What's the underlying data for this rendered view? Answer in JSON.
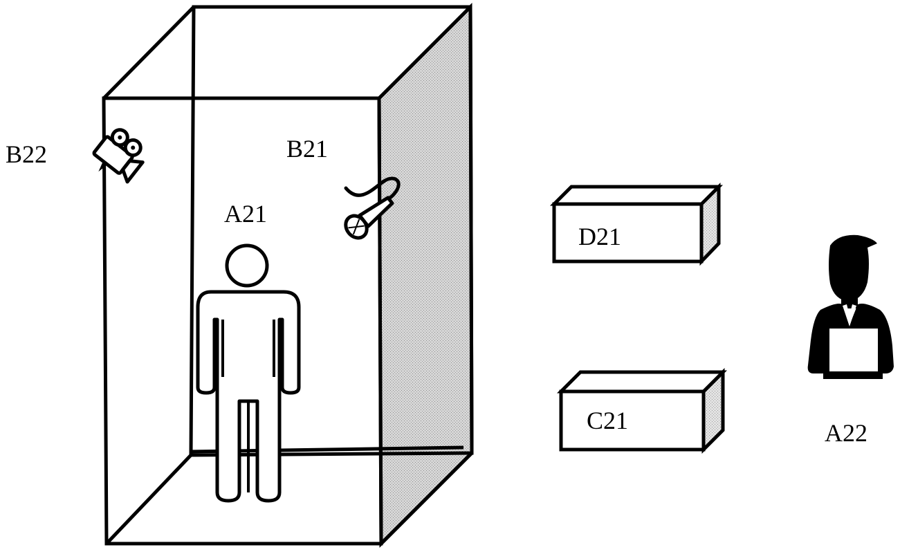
{
  "labels": {
    "a21": "A21",
    "a22": "A22",
    "b21": "B21",
    "b22": "B22",
    "c21": "C21",
    "d21": "D21"
  },
  "colors": {
    "stroke": "#000000",
    "shade": "#bdbdbd",
    "background": "#ffffff"
  },
  "icons": {
    "b22": "video-camera-icon",
    "b21": "microphone-icon",
    "a21": "person-outline-icon",
    "a22": "person-at-laptop-icon"
  }
}
